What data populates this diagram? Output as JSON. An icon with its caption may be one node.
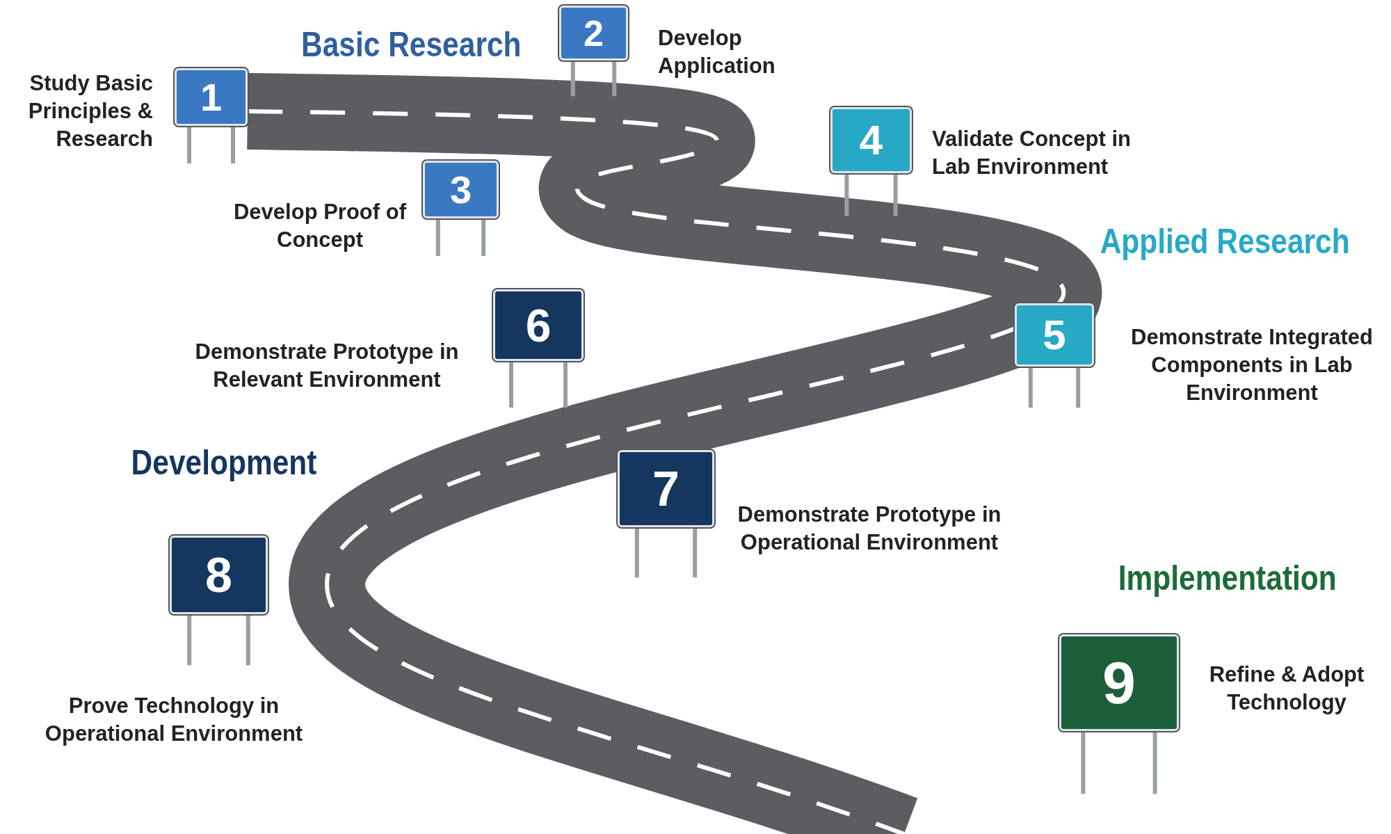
{
  "diagram": {
    "nodes": [
      {
        "text": [
          "1"
        ],
        "beside": [
          "Study Basic Principles & Research"
        ]
      },
      {
        "text": [
          "2"
        ],
        "beside": [
          "Develop Application"
        ]
      },
      {
        "text": [
          "3"
        ],
        "beside": [
          "Develop Proof of Concept"
        ]
      },
      {
        "text": [
          "4"
        ],
        "beside": [
          "Validate Concept in Lab Environment"
        ]
      },
      {
        "text": [
          "5"
        ],
        "beside": [
          "Demonstrate Integrated Components in Lab Environment"
        ]
      },
      {
        "text": [
          "6"
        ],
        "beside": [
          "Demonstrate Prototype in Relevant Environment"
        ]
      },
      {
        "text": [
          "7"
        ],
        "beside": [
          "Demonstrate Prototype in Operational Environment"
        ]
      },
      {
        "text": [
          "8"
        ],
        "beside": [
          "Prove Technology in Operational Environment"
        ]
      },
      {
        "text": [
          "9"
        ],
        "beside": [
          "Refine & Adopt Technology"
        ]
      }
    ],
    "labels": [
      "Basic Research",
      "Applied Research",
      "Development",
      "Implementation"
    ]
  }
}
